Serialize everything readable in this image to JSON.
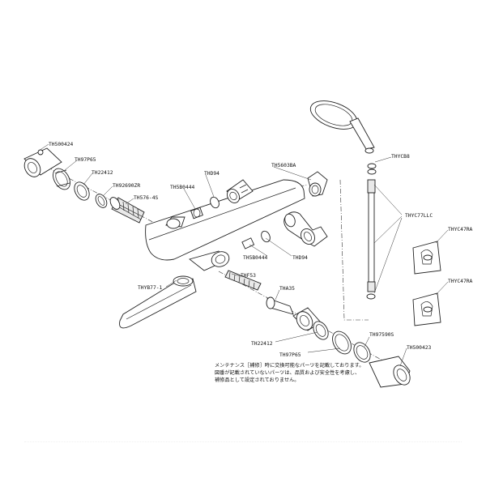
{
  "labels": {
    "th500424": "TH500424",
    "th97p65_top": "TH97P65",
    "th22412_top": "TH22412",
    "th92690zr": "TH92690ZR",
    "th576_4s": "TH576-4S",
    "th5b0444_top": "TH5B0444",
    "thd94_top": "THD94",
    "th5603ba": "TH5603BA",
    "thycb8": "THYCB8",
    "thyc77llc": "THYC77LLC",
    "thyc47ra_1": "THYC47RA",
    "thyc47ra_2": "THYC47RA",
    "th5b0444_mid": "TH5B0444",
    "thd94_mid": "THD94",
    "thf53": "THF53",
    "thyb77_1": "THYB77-1",
    "tha35": "THA35",
    "th22412_bottom": "TH22412",
    "th97p65_bottom": "TH97P65",
    "th97590s": "TH97590S",
    "th500423": "TH500423"
  },
  "notes": [
    "メンテナンス［補修］時に交換可能なパーツを記載しております。",
    "図番が記載されていないパーツは、品質および安全性を考慮し、",
    "補修品として設定されておりません。"
  ]
}
